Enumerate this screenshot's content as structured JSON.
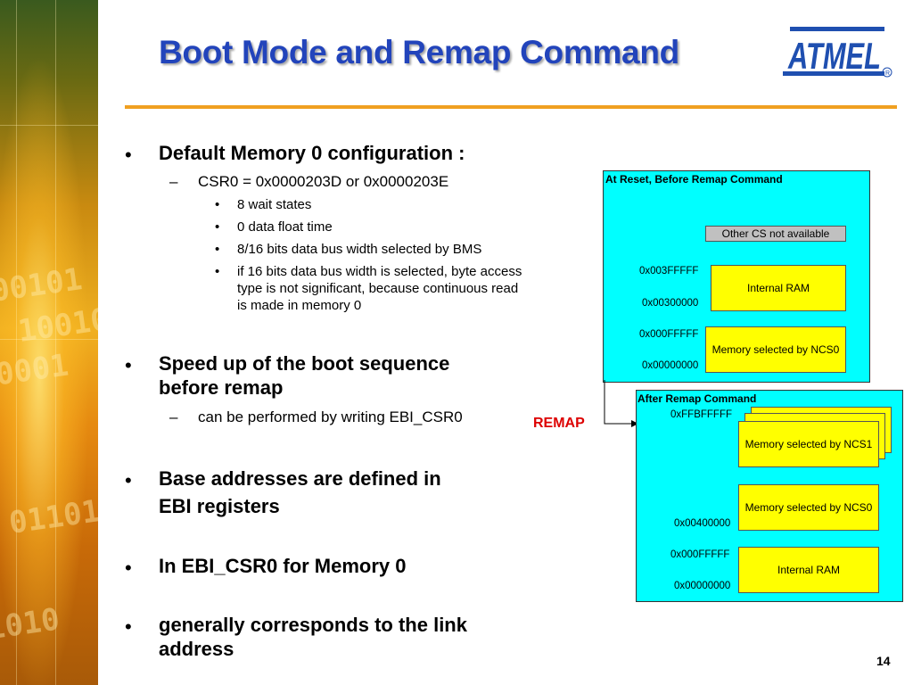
{
  "slide": {
    "title": "Boot Mode and Remap Command",
    "page_number": "14",
    "logo_text": "ATMEL",
    "logo_registered": "R",
    "decor_bits": [
      "00101",
      "10010",
      "0001",
      "01101",
      "1010"
    ]
  },
  "bullets": {
    "b1": "Default Memory 0 configuration :",
    "b1_sub": "CSR0 = 0x0000203D or 0x0000203E",
    "b1_items": [
      "8 wait states",
      "0 data float time",
      "8/16 bits data bus width selected by BMS",
      "if 16 bits data bus width is selected, byte access type is not significant, because continuous read is made in memory 0"
    ],
    "b2_line1": "Speed up of the boot sequence",
    "b2_line2": "before remap",
    "b2_sub": "can be performed by writing EBI_CSR0",
    "b3_line1": "Base addresses are defined in",
    "b3_line2": "EBI registers",
    "b4": "In EBI_CSR0 for Memory 0",
    "b5_line1": "generally corresponds to the link",
    "b5_line2": "address"
  },
  "diagram": {
    "remap_label": "REMAP",
    "before": {
      "header": "At Reset, Before Remap Command",
      "other_cs": "Other CS not available",
      "internal_ram": "Internal RAM",
      "ncs0": "Memory selected by NCS0",
      "addr_ram_top": "0x003FFFFF",
      "addr_ram_base": "0x00300000",
      "addr_ncs0_top": "0x000FFFFF",
      "addr_ncs0_base": "0x00000000"
    },
    "after": {
      "header": "After Remap Command",
      "addr_top": "0xFFBFFFFF",
      "ncs1": "Memory selected by NCS1",
      "ncs0": "Memory selected by NCS0",
      "internal_ram": "Internal RAM",
      "addr_ncs0_base": "0x00400000",
      "addr_ram_top": "0x000FFFFF",
      "addr_ram_base": "0x00000000"
    }
  },
  "colors": {
    "title": "#2244bb",
    "accent_rule": "#f0a020",
    "diagram_bg": "#00ffff",
    "memory_box": "#ffff00",
    "remap": "#dd0000",
    "logo": "#1f4fb0"
  }
}
